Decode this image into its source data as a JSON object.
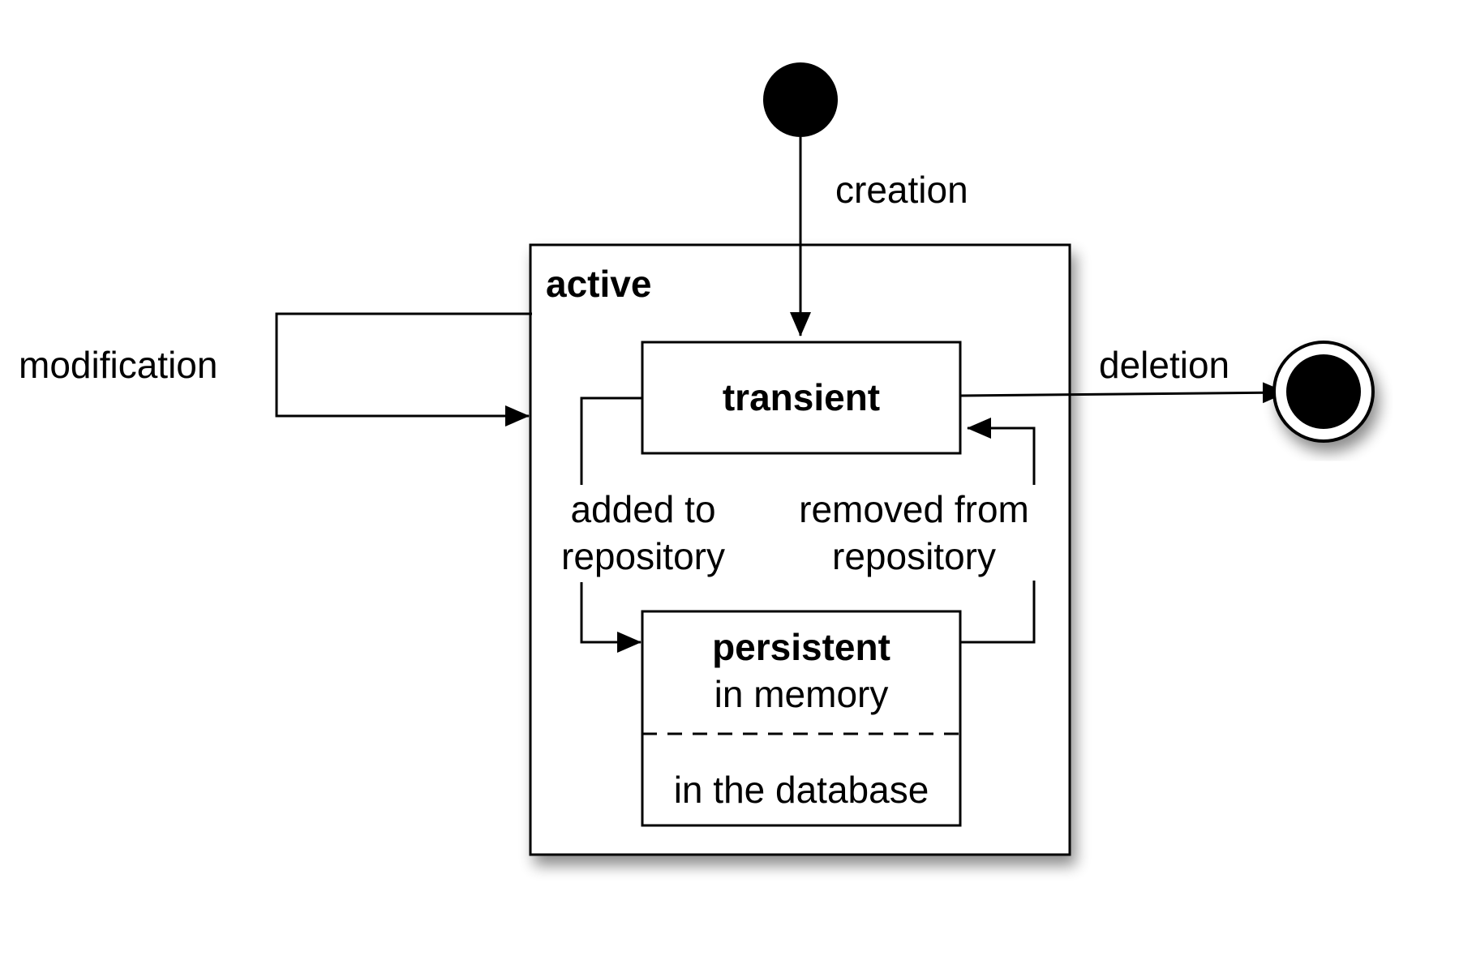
{
  "states": {
    "active": {
      "label": "active"
    },
    "transient": {
      "label": "transient"
    },
    "persistent": {
      "label": "persistent",
      "sublabel": "in memory",
      "lower_label": "in the database"
    }
  },
  "transitions": {
    "creation": "creation",
    "modification": "modification",
    "deletion": "deletion",
    "added_to_repository": {
      "line1": "added to",
      "line2": "repository"
    },
    "removed_from_repository": {
      "line1": "removed from",
      "line2": "repository"
    }
  },
  "colors": {
    "ink": "#000000",
    "background": "#ffffff"
  }
}
